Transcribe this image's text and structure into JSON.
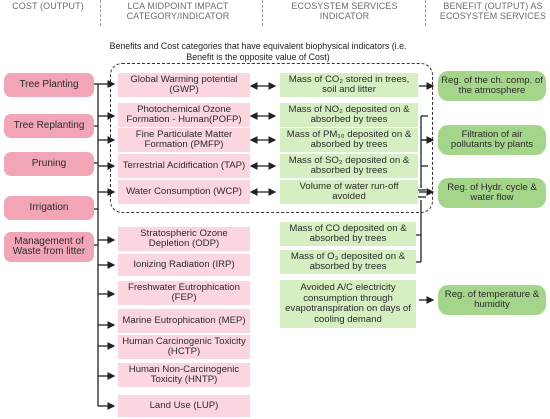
{
  "headers": {
    "cost": "COST (OUTPUT)",
    "lca": "LCA MIDPOINT IMPACT CATEGORY/INDICATOR",
    "eco": "ECOSYSTEM SERVICES INDICATOR",
    "benefit": "BENEFIT (OUTPUT) AS ECOSYSTEM SERVICES"
  },
  "note": "Benefits and Cost categories that have equivalent biophysical indicators (i.e. Benefit is the opposite value of Cost)",
  "costs": [
    "Tree Planting",
    "Tree Replanting",
    "Pruning",
    "Irrigation",
    "Management of Waste from litter"
  ],
  "lca": [
    "Global Warming potential (GWP)",
    "Photochemical Ozone Formation - Human(POFP)",
    "Fine Particulate Matter Formation (PMFP)",
    "Terrestrial Acidification (TAP)",
    "Water Consumption (WCP)",
    "Stratospheric Ozone Depletion (ODP)",
    "Ionizing Radiation (IRP)",
    "Freshwater Eutrophication (FEP)",
    "Marine Eutrophication (MEP)",
    "Human Carcinogenic Toxicity (HCTP)",
    "Human Non-Carcinogenic Toxicity (HNTP)",
    "Land Use (LUP)"
  ],
  "eco": [
    "Mass of CO₂ stored in trees, soil and litter",
    "Mass of NO₂ deposited on & absorbed by trees",
    "Mass of PM₁₀ deposited on & absorbed by trees",
    "Mass of SO₂ deposited on & absorbed by trees",
    "Volume of water run-off avoided",
    "Mass of CO deposited on & absorbed by trees",
    "Mass of O₃ deposited on & absorbed by trees",
    "Avoided A/C electricity consumption through evapotranspiration on days of cooling demand"
  ],
  "benefits": [
    "Reg. of the ch. comp. of the atmosphere",
    "Filtration of air pollutants by plants",
    "Reg. of Hydr. cycle & water flow",
    "Reg. of temperature & humidity"
  ]
}
